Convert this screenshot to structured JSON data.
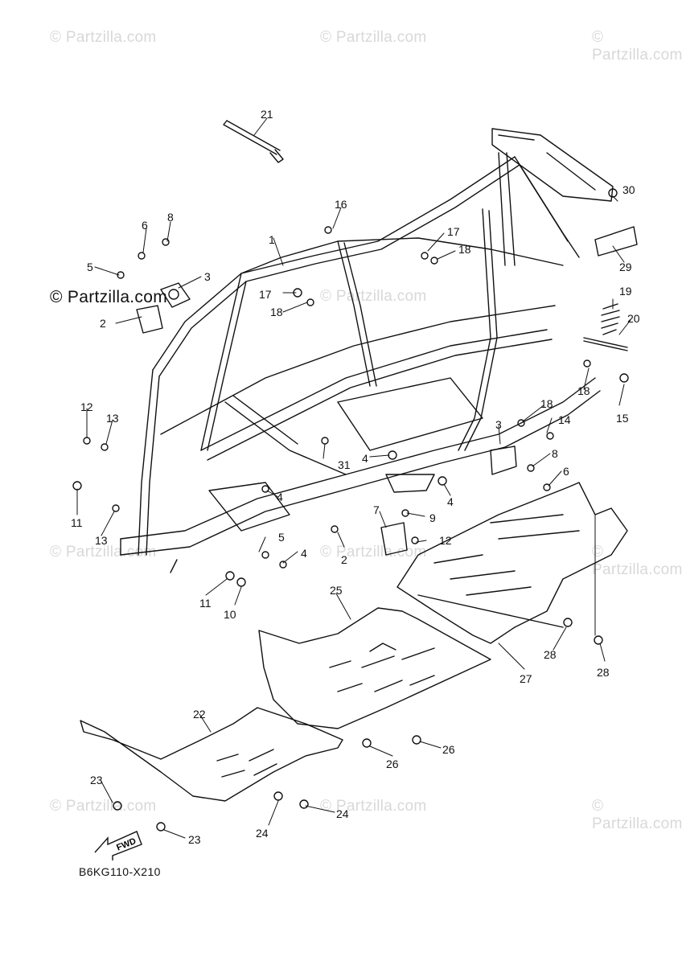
{
  "watermark": "© Partzilla.com",
  "diagram_code": "B6KG110-X210",
  "fwd_label": "FWD",
  "callouts": [
    "21",
    "16",
    "8",
    "6",
    "30",
    "1",
    "17",
    "18",
    "5",
    "3",
    "29",
    "17",
    "18",
    "19",
    "2",
    "20",
    "18",
    "12",
    "13",
    "18",
    "14",
    "15",
    "3",
    "8",
    "31",
    "4",
    "6",
    "4",
    "4",
    "2",
    "7",
    "9",
    "11",
    "13",
    "5",
    "12",
    "4",
    "11",
    "10",
    "25",
    "22",
    "28",
    "27",
    "28",
    "23",
    "26",
    "26",
    "24",
    "24",
    "23"
  ]
}
